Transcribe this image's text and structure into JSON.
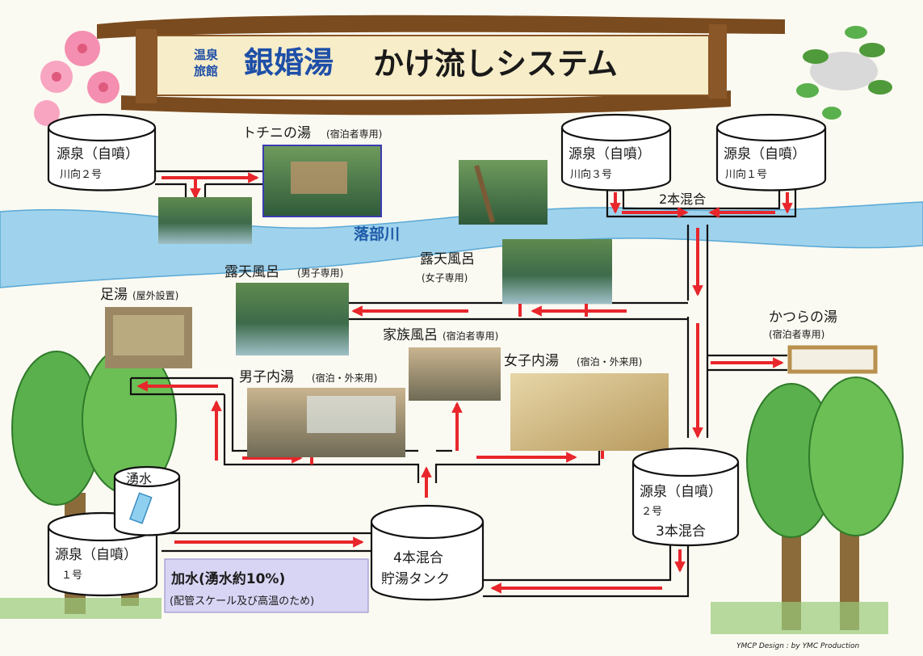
{
  "title": {
    "prefix_top": "温泉",
    "prefix_bottom": "旅館",
    "name": "銀婚湯",
    "main": "かけ流しシステム"
  },
  "river": {
    "label": "落部川"
  },
  "sources": {
    "kawamuki2": {
      "line1": "源泉（自噴）",
      "line2": "川向２号"
    },
    "kawamuki3": {
      "line1": "源泉（自噴）",
      "line2": "川向３号"
    },
    "kawamuki1": {
      "line1": "源泉（自噴）",
      "line2": "川向１号"
    },
    "source2": {
      "line1": "源泉（自噴）",
      "line2": "２号",
      "line3": "3本混合"
    },
    "source1": {
      "line1": "源泉（自噴）",
      "line2": "１号"
    }
  },
  "spring_water": {
    "label": "湧水"
  },
  "tank": {
    "line1": "4本混合",
    "line2": "貯湯タンク"
  },
  "mix2": {
    "label": "2本混合"
  },
  "baths": {
    "tochini": {
      "name": "トチニの湯",
      "note": "(宿泊者専用)"
    },
    "rotenMen": {
      "name": "露天風呂",
      "note": "(男子専用)"
    },
    "rotenWomen": {
      "name": "露天風呂",
      "note": "(女子専用)"
    },
    "ashiyu": {
      "name": "足湯",
      "note": "(屋外設置)"
    },
    "kazoku": {
      "name": "家族風呂",
      "note": "(宿泊者専用)"
    },
    "danshi": {
      "name": "男子内湯",
      "note": "(宿泊・外来用)"
    },
    "joshi": {
      "name": "女子内湯",
      "note": "(宿泊・外来用)"
    },
    "katsura": {
      "name": "かつらの湯",
      "note": "(宿泊者専用)"
    }
  },
  "water_note": {
    "line1": "加水(湧水約10%)",
    "line2": "(配管スケール及び高温のため)"
  },
  "credit": "YMCP Design : by YMC Production",
  "colors": {
    "pipe_arrow": "#e8262b",
    "river": "#9fd2ec",
    "sign_wood": "#7a4b1f",
    "sign_face": "#f7edc9",
    "note_box": "#d8d4f4",
    "tree_green": "#5ab04c"
  }
}
